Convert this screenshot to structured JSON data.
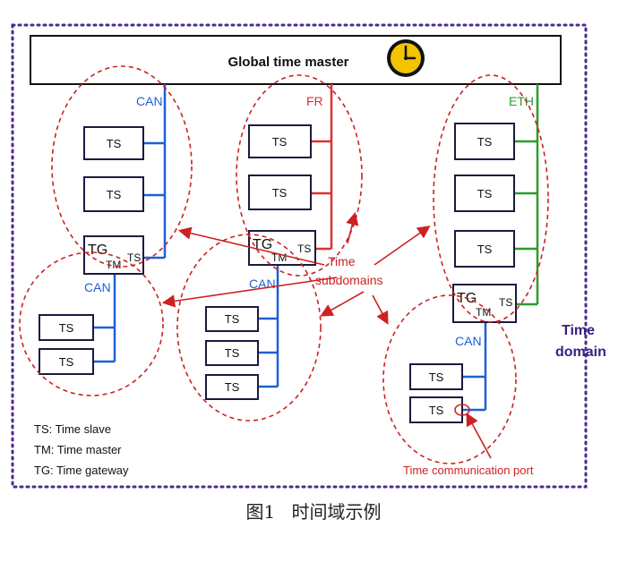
{
  "header": {
    "title": "Global time master"
  },
  "buses": {
    "can_top": "CAN",
    "fr": "FR",
    "eth": "ETH",
    "can_left": "CAN",
    "can_mid": "CAN",
    "can_right": "CAN"
  },
  "nodes": {
    "ts": "TS",
    "tg": "TG",
    "tm": "TM",
    "ts_sub": "TS"
  },
  "annotations": {
    "subdomains_line1": "Time",
    "subdomains_line2": "subdomains",
    "time_domain_line1": "Time",
    "time_domain_line2": "domain",
    "comm_port": "Time communication port"
  },
  "legend": {
    "items": [
      "TS: Time slave",
      "TM: Time master",
      "TG: Time gateway"
    ]
  },
  "caption": {
    "fig": "图1",
    "text": "时间域示例"
  },
  "icons": {
    "clock": "clock-icon"
  },
  "colors": {
    "can": "#1f5fd6",
    "fr": "#e03030",
    "eth": "#2a9d2a",
    "subdomain": "#cc2222",
    "domain": "#4b2a8c",
    "node_border": "#1a1a40",
    "clock_face": "#f2c400"
  }
}
